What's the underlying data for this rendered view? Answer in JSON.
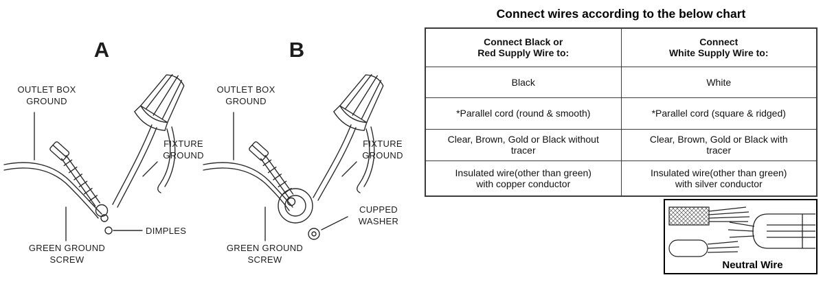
{
  "diagram": {
    "a": {
      "letter": "A",
      "outlet_label": "OUTLET BOX\nGROUND",
      "fixture_label": "FIXTURE\nGROUND",
      "dimples_label": "DIMPLES",
      "screw_label": "GREEN GROUND\nSCREW"
    },
    "b": {
      "letter": "B",
      "outlet_label": "OUTLET BOX\nGROUND",
      "fixture_label": "FIXTURE\nGROUND",
      "washer_label": "CUPPED\nWASHER",
      "screw_label": "GREEN GROUND\nSCREW"
    }
  },
  "table": {
    "title": "Connect wires according to the below chart",
    "headers": [
      "Connect Black or\nRed Supply Wire to:",
      "Connect\nWhite Supply Wire to:"
    ],
    "rows": [
      [
        "Black",
        "White"
      ],
      [
        "*Parallel cord (round & smooth)",
        "*Parallel cord (square & ridged)"
      ],
      [
        "Clear, Brown, Gold or Black without\ntracer",
        "Clear, Brown, Gold or Black with\ntracer"
      ],
      [
        "Insulated wire(other than green)\nwith copper conductor",
        "Insulated wire(other than green)\nwith silver conductor"
      ]
    ]
  },
  "neutral_box": {
    "label": "Neutral Wire"
  }
}
